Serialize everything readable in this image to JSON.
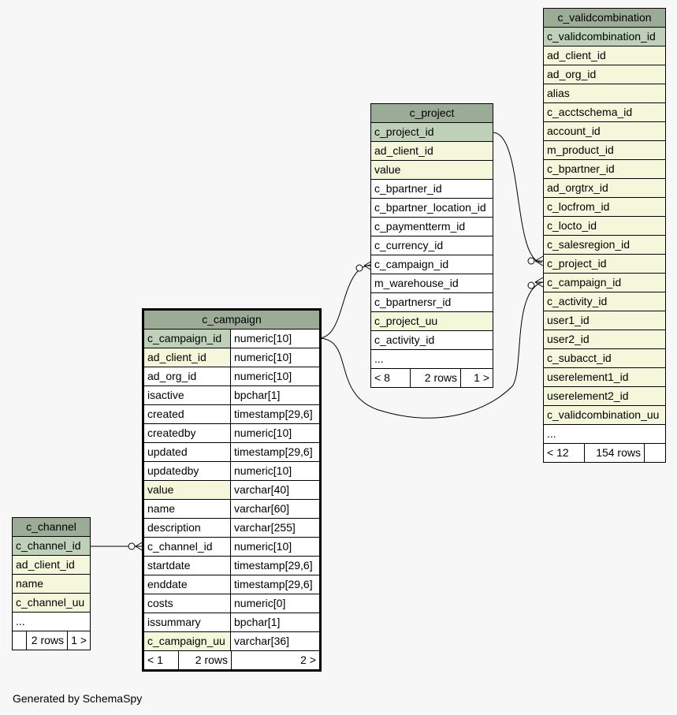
{
  "c_validcombination": {
    "title": "c_validcombination",
    "columns": [
      {
        "name": "c_validcombination_id",
        "kind": "pk"
      },
      {
        "name": "ad_client_id",
        "kind": "idx"
      },
      {
        "name": "ad_org_id",
        "kind": "idx"
      },
      {
        "name": "alias",
        "kind": "idx"
      },
      {
        "name": "c_acctschema_id",
        "kind": "idx"
      },
      {
        "name": "account_id",
        "kind": "idx"
      },
      {
        "name": "m_product_id",
        "kind": "idx"
      },
      {
        "name": "c_bpartner_id",
        "kind": "idx"
      },
      {
        "name": "ad_orgtrx_id",
        "kind": "idx"
      },
      {
        "name": "c_locfrom_id",
        "kind": "idx"
      },
      {
        "name": "c_locto_id",
        "kind": "idx"
      },
      {
        "name": "c_salesregion_id",
        "kind": "idx"
      },
      {
        "name": "c_project_id",
        "kind": "idx"
      },
      {
        "name": "c_campaign_id",
        "kind": "idx"
      },
      {
        "name": "c_activity_id",
        "kind": "idx"
      },
      {
        "name": "user1_id",
        "kind": "idx"
      },
      {
        "name": "user2_id",
        "kind": "idx"
      },
      {
        "name": "c_subacct_id",
        "kind": "idx"
      },
      {
        "name": "userelement1_id",
        "kind": "idx"
      },
      {
        "name": "userelement2_id",
        "kind": "idx"
      },
      {
        "name": "c_validcombination_uu",
        "kind": "idx"
      },
      {
        "name": "...",
        "kind": "plain"
      }
    ],
    "footer": [
      "< 12",
      "154 rows",
      ""
    ]
  },
  "c_project": {
    "title": "c_project",
    "columns": [
      {
        "name": "c_project_id",
        "kind": "pk"
      },
      {
        "name": "ad_client_id",
        "kind": "idx"
      },
      {
        "name": "value",
        "kind": "idx"
      },
      {
        "name": "c_bpartner_id",
        "kind": "plain"
      },
      {
        "name": "c_bpartner_location_id",
        "kind": "plain"
      },
      {
        "name": "c_paymentterm_id",
        "kind": "plain"
      },
      {
        "name": "c_currency_id",
        "kind": "plain"
      },
      {
        "name": "c_campaign_id",
        "kind": "plain"
      },
      {
        "name": "m_warehouse_id",
        "kind": "plain"
      },
      {
        "name": "c_bpartnersr_id",
        "kind": "plain"
      },
      {
        "name": "c_project_uu",
        "kind": "idx"
      },
      {
        "name": "c_activity_id",
        "kind": "plain"
      },
      {
        "name": "...",
        "kind": "plain"
      }
    ],
    "footer": [
      "< 8",
      "2 rows",
      "1 >"
    ]
  },
  "c_campaign": {
    "title": "c_campaign",
    "columns": [
      {
        "name": "c_campaign_id",
        "type": "numeric[10]",
        "kind": "pk"
      },
      {
        "name": "ad_client_id",
        "type": "numeric[10]",
        "kind": "idx"
      },
      {
        "name": "ad_org_id",
        "type": "numeric[10]",
        "kind": "plain"
      },
      {
        "name": "isactive",
        "type": "bpchar[1]",
        "kind": "plain"
      },
      {
        "name": "created",
        "type": "timestamp[29,6]",
        "kind": "plain"
      },
      {
        "name": "createdby",
        "type": "numeric[10]",
        "kind": "plain"
      },
      {
        "name": "updated",
        "type": "timestamp[29,6]",
        "kind": "plain"
      },
      {
        "name": "updatedby",
        "type": "numeric[10]",
        "kind": "plain"
      },
      {
        "name": "value",
        "type": "varchar[40]",
        "kind": "idx"
      },
      {
        "name": "name",
        "type": "varchar[60]",
        "kind": "plain"
      },
      {
        "name": "description",
        "type": "varchar[255]",
        "kind": "plain"
      },
      {
        "name": "c_channel_id",
        "type": "numeric[10]",
        "kind": "plain"
      },
      {
        "name": "startdate",
        "type": "timestamp[29,6]",
        "kind": "plain"
      },
      {
        "name": "enddate",
        "type": "timestamp[29,6]",
        "kind": "plain"
      },
      {
        "name": "costs",
        "type": "numeric[0]",
        "kind": "plain"
      },
      {
        "name": "issummary",
        "type": "bpchar[1]",
        "kind": "plain"
      },
      {
        "name": "c_campaign_uu",
        "type": "varchar[36]",
        "kind": "idx"
      }
    ],
    "footer": [
      "< 1",
      "2 rows",
      "2 >"
    ]
  },
  "c_channel": {
    "title": "c_channel",
    "columns": [
      {
        "name": "c_channel_id",
        "kind": "pk"
      },
      {
        "name": "ad_client_id",
        "kind": "idx"
      },
      {
        "name": "name",
        "kind": "idx"
      },
      {
        "name": "c_channel_uu",
        "kind": "idx"
      },
      {
        "name": "...",
        "kind": "plain"
      }
    ],
    "footer": [
      "",
      "2 rows",
      "1 >"
    ]
  },
  "generated_by": "Generated by SchemaSpy",
  "colors": {
    "header": "#9bab96",
    "primary_key": "#bed1b8",
    "indexed": "#f4f7da",
    "background": "#f7f7f7"
  }
}
